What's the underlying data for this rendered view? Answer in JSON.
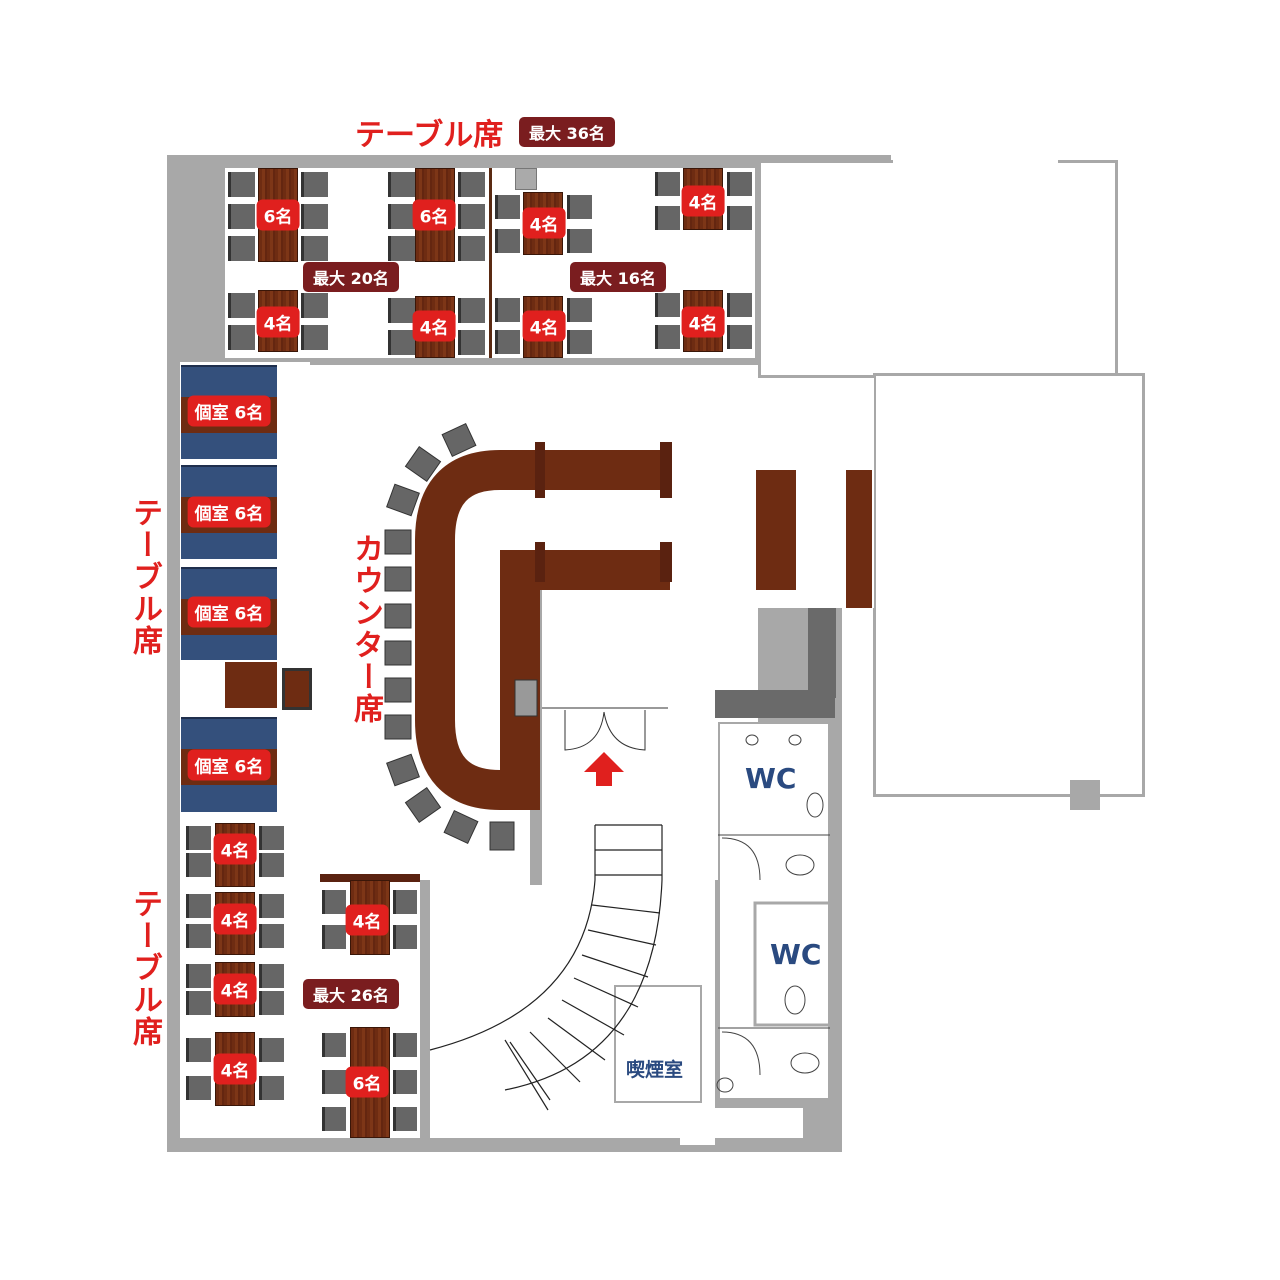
{
  "titles": {
    "top_table": "テーブル席",
    "top_capacity": "最大 36名",
    "left_table_upper": "テーブル席",
    "left_table_lower": "テーブル席",
    "counter": "カウンター席"
  },
  "areas": {
    "top_left_capacity": "最大 20名",
    "top_right_capacity": "最大 16名",
    "bottom_capacity": "最大 26名"
  },
  "tables": {
    "top": [
      "6名",
      "6名",
      "4名",
      "4名",
      "4名",
      "4名",
      "4名",
      "4名"
    ],
    "bottom": [
      "4名",
      "4名",
      "4名",
      "4名",
      "4名",
      "6名"
    ]
  },
  "private_rooms": [
    "個室 6名",
    "個室 6名",
    "個室 6名",
    "個室 6名"
  ],
  "rooms": {
    "wc_1": "WC",
    "wc_2": "WC",
    "smoking": "喫煙室"
  },
  "colors": {
    "accent_red": "#e0201e",
    "badge": "#7a1d1f",
    "wood": "#6e2c12",
    "private": "#34507c",
    "wc_text": "#2a4a80"
  }
}
